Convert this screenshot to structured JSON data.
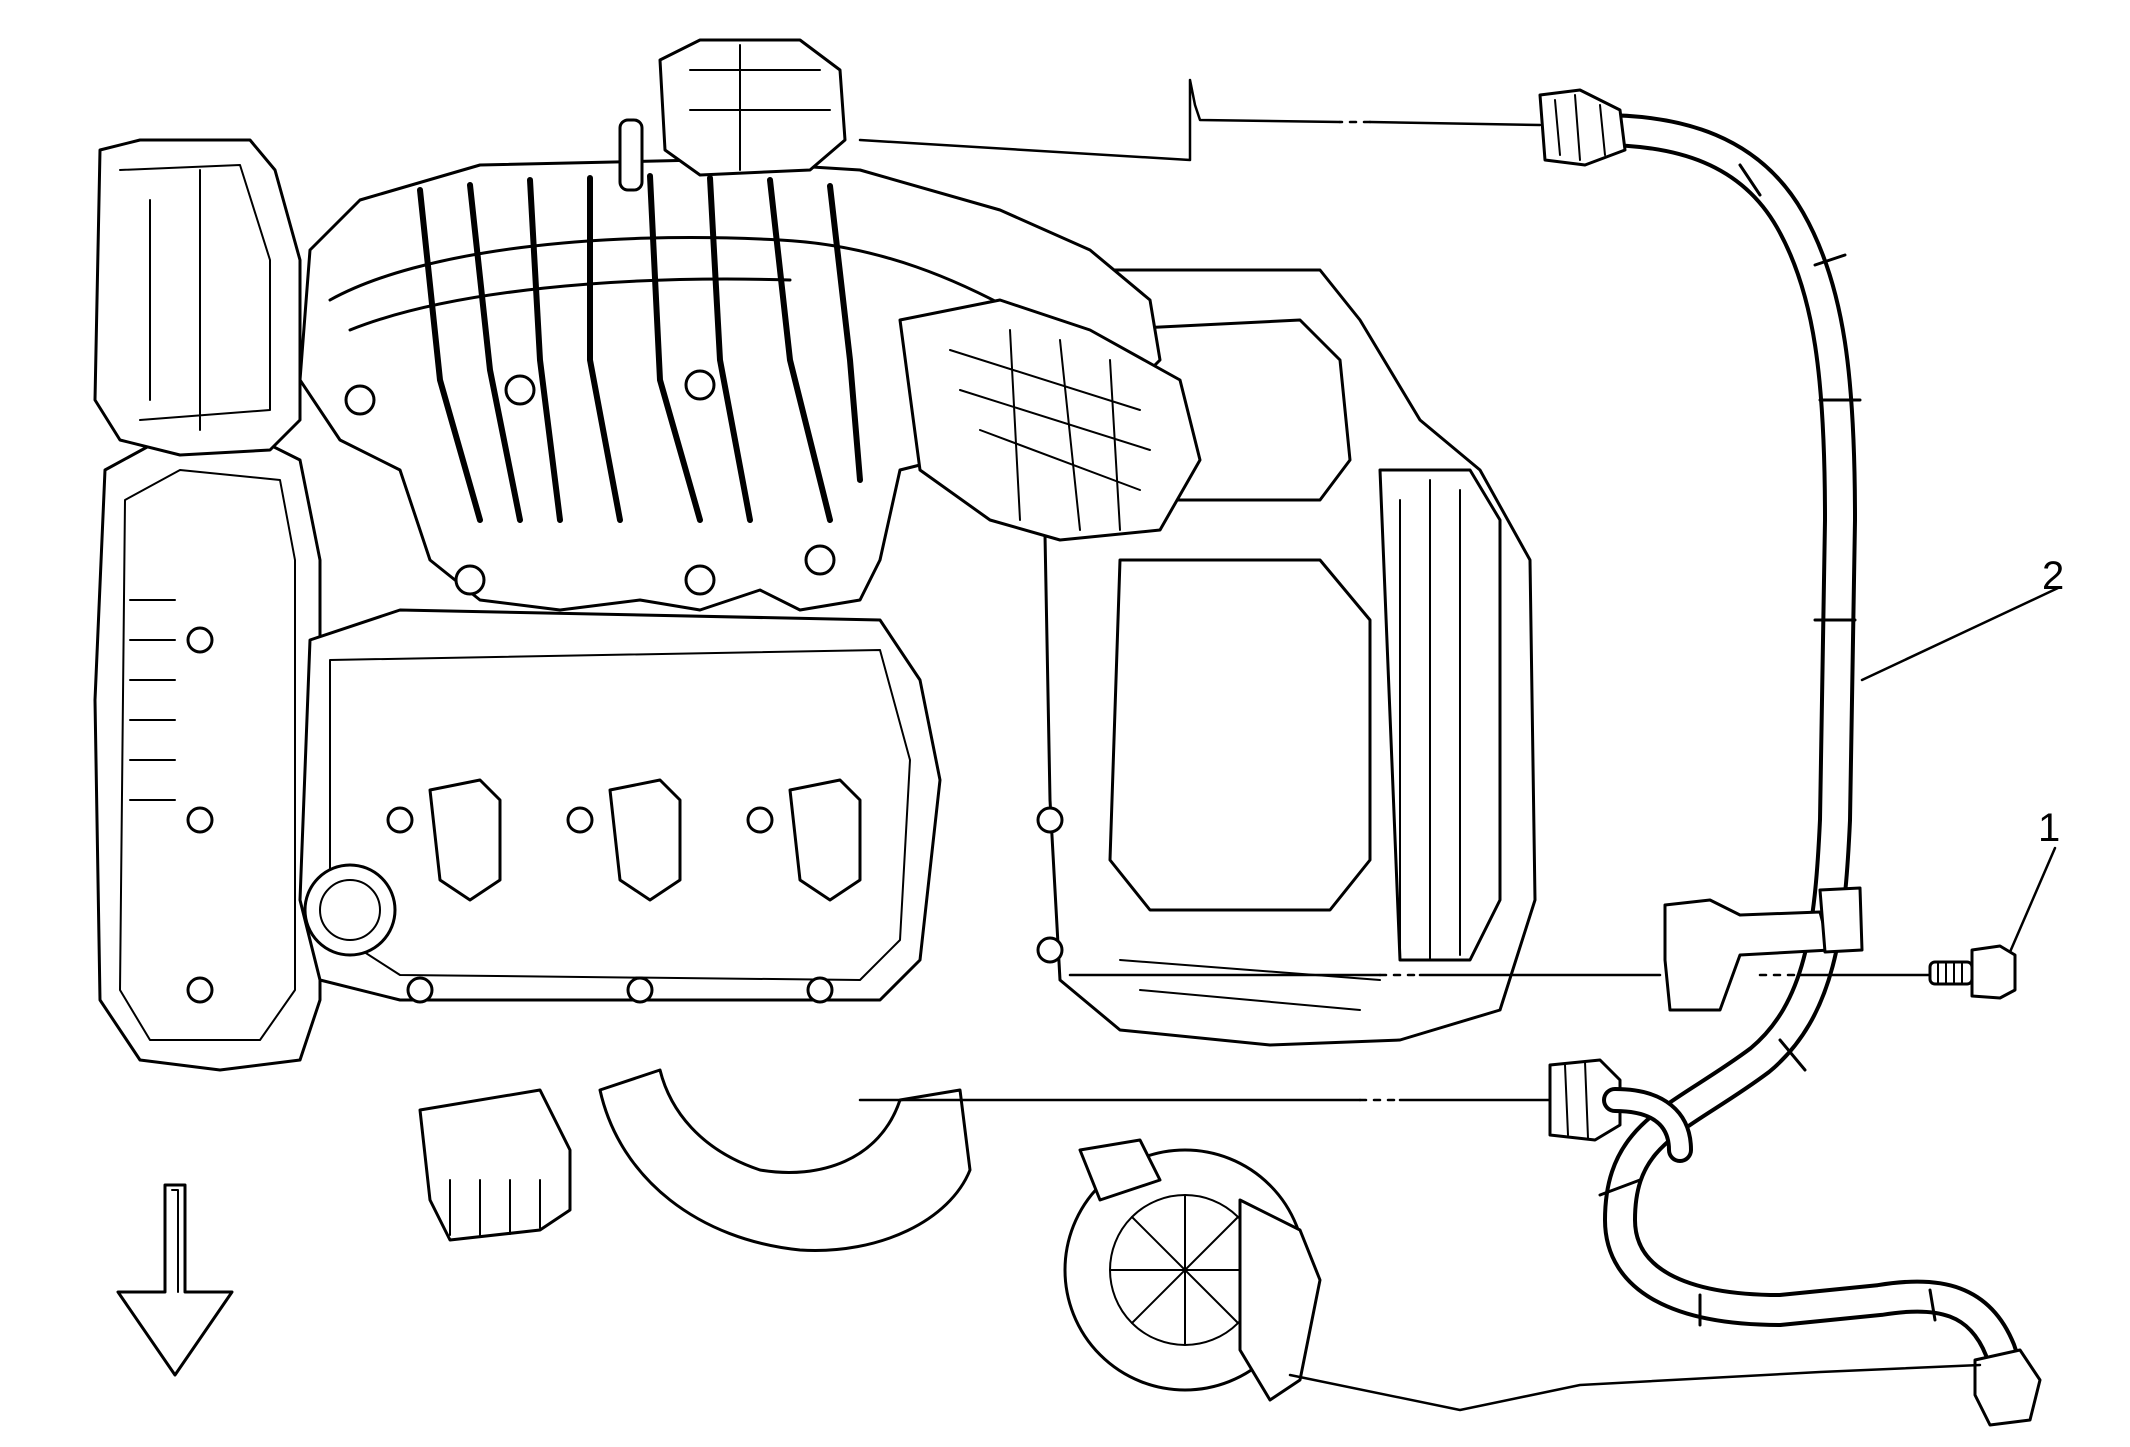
{
  "diagram": {
    "callouts": [
      {
        "id": "1",
        "label": "1",
        "part": "bolt"
      },
      {
        "id": "2",
        "label": "2",
        "part": "hose"
      }
    ],
    "colors": {
      "line": "#000000",
      "fill": "#ffffff",
      "background": "#ffffff"
    },
    "icons": {
      "direction_arrow": "arrow-down-icon"
    }
  }
}
